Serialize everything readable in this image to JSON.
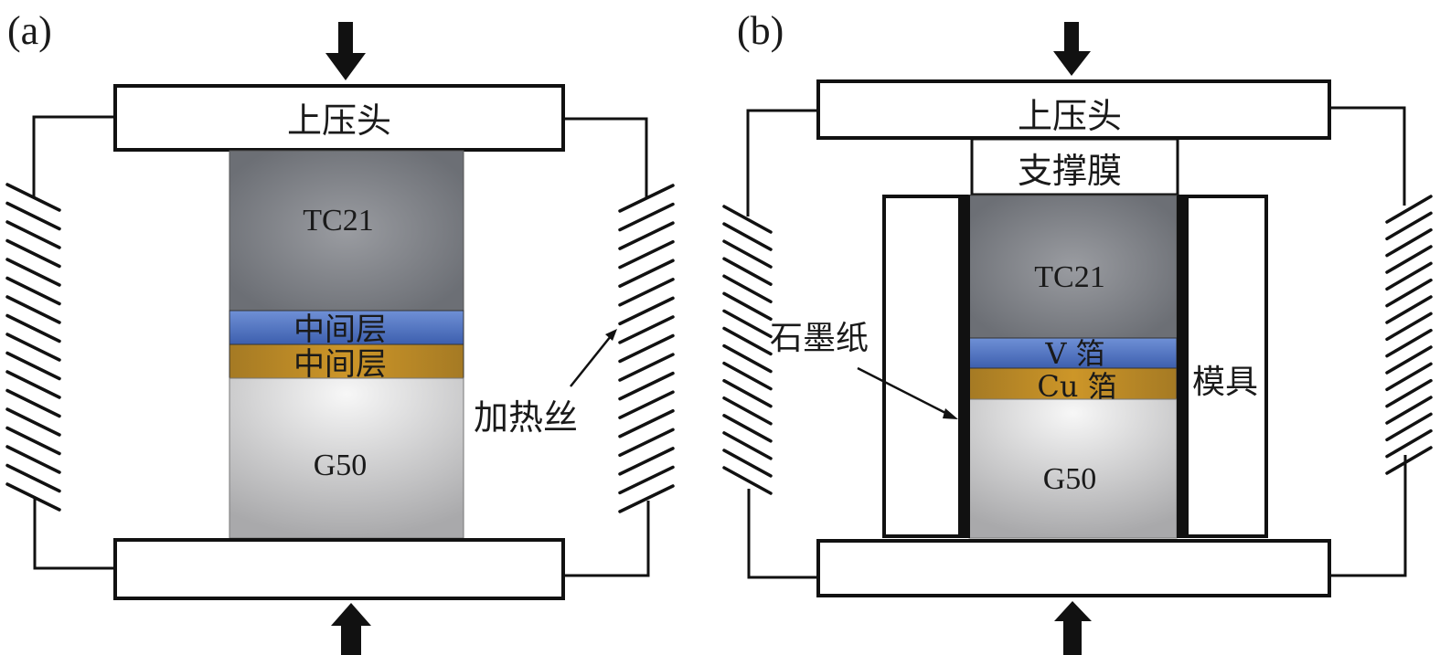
{
  "figure": {
    "panels": [
      {
        "id": "a",
        "panel_label": "(a)",
        "upper_press_label": "上压头",
        "lower_press_label": "",
        "layers": [
          {
            "name": "tc21",
            "label": "TC21",
            "color": "#7a7d83"
          },
          {
            "name": "interlayer-1",
            "label": "中间层",
            "color": "#4f74c4"
          },
          {
            "name": "interlayer-2",
            "label": "中间层",
            "color": "#c08a25"
          },
          {
            "name": "g50",
            "label": "G50",
            "color": "#cfcfcf"
          }
        ],
        "heater_label": "加热丝",
        "arrow_top": "pressure-down",
        "arrow_bottom": "pressure-up"
      },
      {
        "id": "b",
        "panel_label": "(b)",
        "upper_press_label": "上压头",
        "support_film_label": "支撑膜",
        "lower_press_label": "",
        "layers": [
          {
            "name": "tc21",
            "label": "TC21",
            "color": "#7a7d83"
          },
          {
            "name": "v-foil",
            "label": "V 箔",
            "color": "#4f74c4"
          },
          {
            "name": "cu-foil",
            "label": "Cu 箔",
            "color": "#c08a25"
          },
          {
            "name": "g50",
            "label": "G50",
            "color": "#cfcfcf"
          }
        ],
        "graphite_paper_label": "石墨纸",
        "mold_label": "模具",
        "arrow_top": "pressure-down",
        "arrow_bottom": "pressure-up"
      }
    ],
    "colors": {
      "line": "#111111",
      "graphite": "#111111",
      "tc21_center": "#9a9ca1",
      "tc21_edge": "#6c6f75",
      "g50_center": "#f2f2f2",
      "g50_edge": "#a9a9ab"
    }
  }
}
